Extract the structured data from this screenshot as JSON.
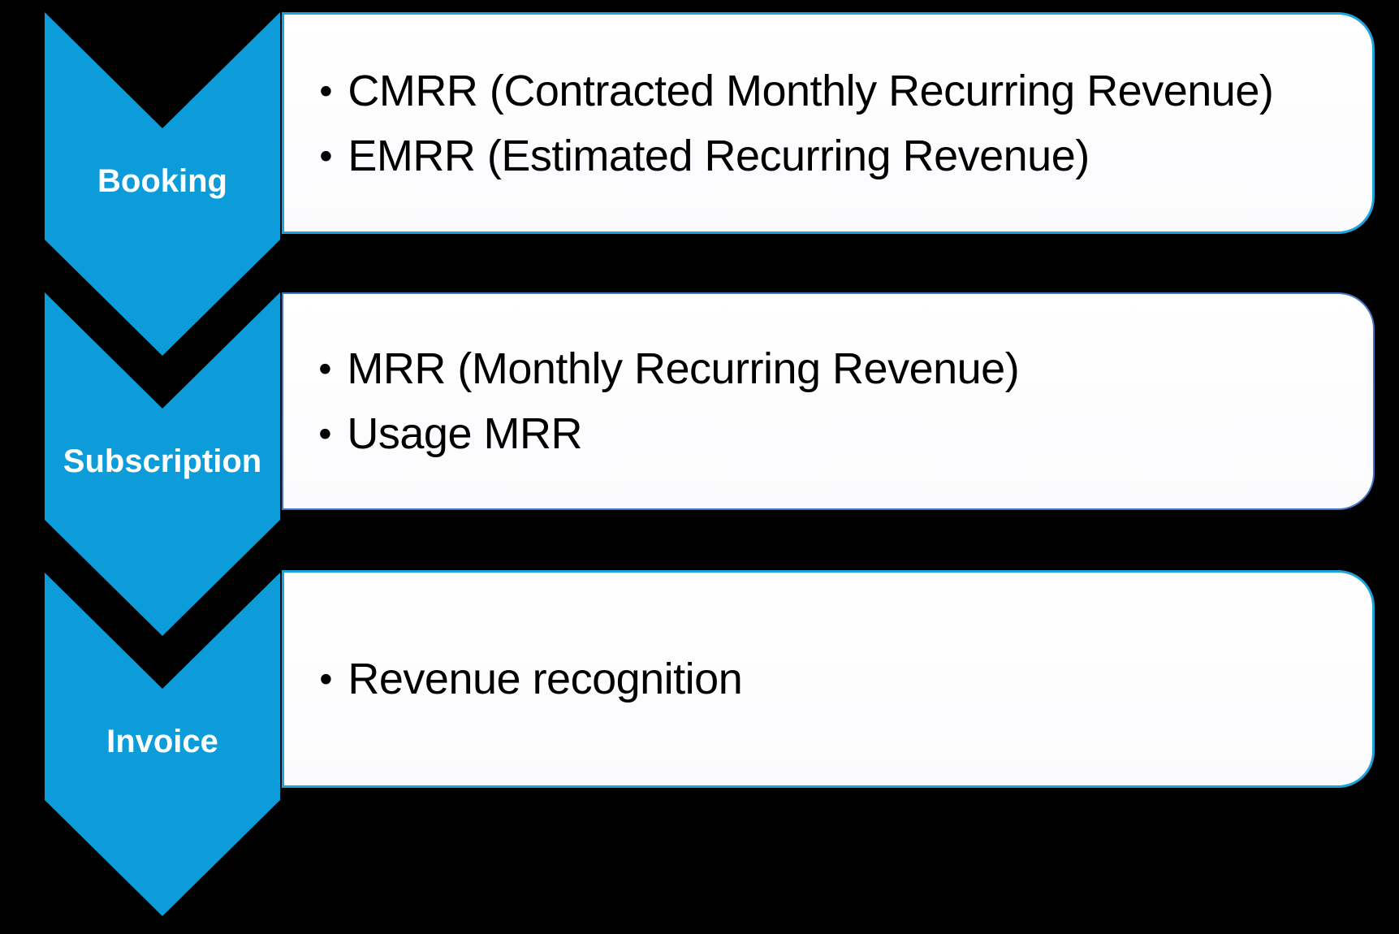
{
  "colors": {
    "background": "#000000",
    "chevron_fill": "#0C9CD9",
    "box_border_light_blue": "#1CA3DC",
    "box_border_periwinkle": "#4472C4",
    "box_fill": "#FFFFFF",
    "label_text": "#FFFFFF",
    "body_text": "#000000"
  },
  "rows": [
    {
      "label": "Booking",
      "bullets": [
        "CMRR (Contracted Monthly Recurring Revenue)",
        "EMRR (Estimated Recurring Revenue)"
      ]
    },
    {
      "label": "Subscription",
      "bullets": [
        "MRR (Monthly Recurring Revenue)",
        "Usage MRR"
      ]
    },
    {
      "label": "Invoice",
      "bullets": [
        "Revenue recognition"
      ]
    }
  ]
}
